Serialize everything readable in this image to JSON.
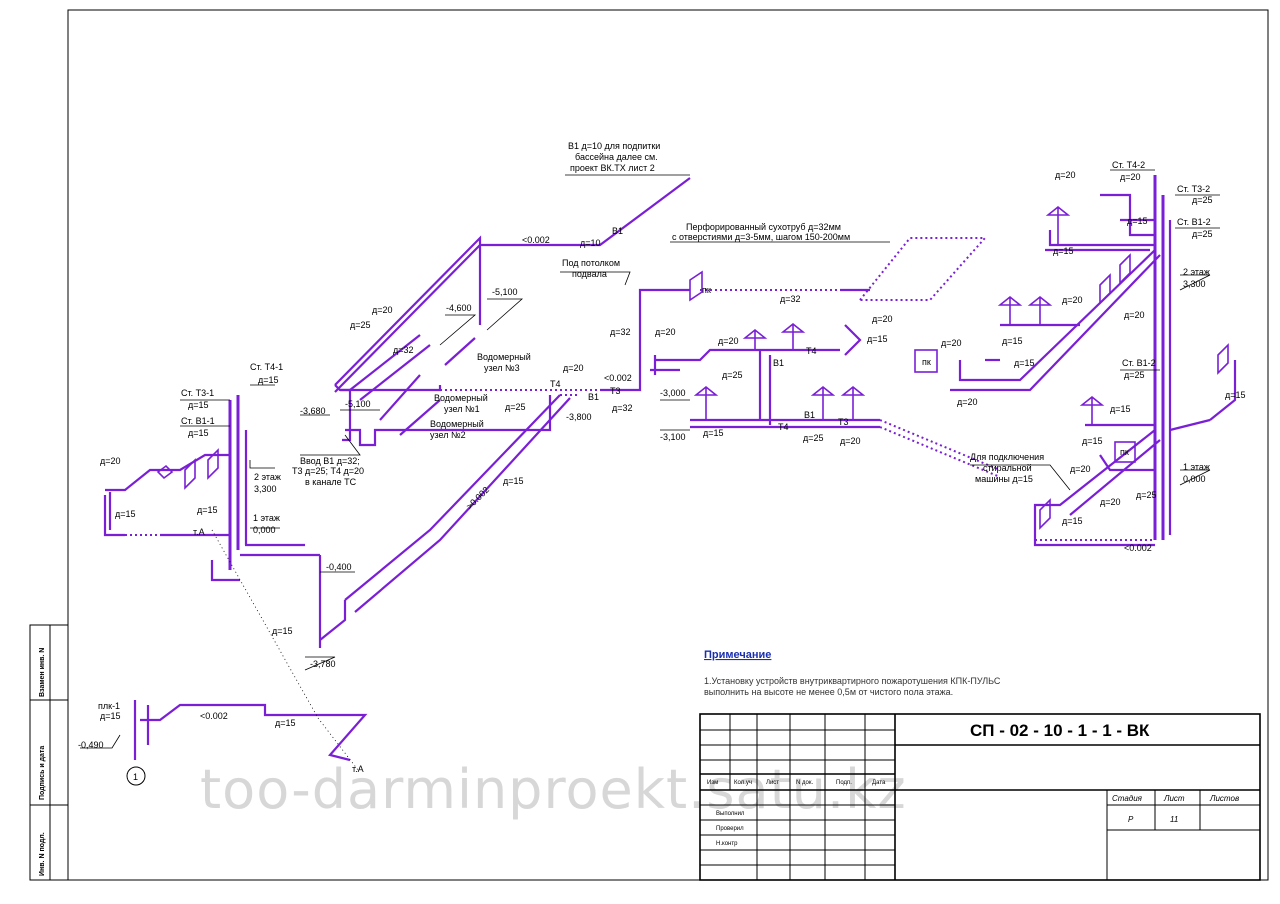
{
  "sheet": {
    "code": "СП - 02 - 10 - 1 - 1 - ВК",
    "watermark": "too-darminproekt.satu.kz"
  },
  "side_stamp": {
    "inv_vzam": "Взамен инв. N",
    "podpis": "Подпись и дата",
    "inv_podl": "Инв. N подл."
  },
  "title_block": {
    "columns": [
      "Изм",
      "Кол.уч",
      "Лист",
      "N док.",
      "Подп.",
      "Дата"
    ],
    "roles": [
      "Выполнил",
      "Проверил",
      "Н.контр"
    ],
    "stage_header": "Стадия",
    "sheet_header": "Лист",
    "sheets_header": "Листов",
    "stage_value": "Р",
    "sheet_value": "11"
  },
  "note": {
    "title": "Примечание",
    "line1": "1.Установку устройств внутриквартирного  пожаротушения КПК-ПУЛЬС",
    "line2": "выполнить на высоте не менее 0,5м от чистого пола этажа."
  },
  "annotations": {
    "v1_feed_1": "В1 д=10 для подпитки",
    "v1_feed_2": "бассейна далее см.",
    "v1_feed_3": "проект ВК.ТХ лист 2",
    "slope_top": "<0.002",
    "d10": "д=10",
    "v1_a": "В1",
    "perf_1": "Перфорированный сухотруб д=32мм",
    "perf_2": "с отверстиями д=3-5мм, шагом 150-200мм",
    "ceiling_1": "Под потолком",
    "ceiling_2": "подвала",
    "d32_a": "д=32",
    "d32_b": "д=32",
    "d20_a": "д=20",
    "pk_a": "пк",
    "d20_b": "д=20",
    "d15_a": "д=15",
    "d20_c": "д=20",
    "d25_a": "д=25",
    "t4_a": "Т4",
    "b1_b": "В1",
    "d20_d": "д=20",
    "slope_mid": "<0.002",
    "t4_b": "Т4",
    "t3_a": "Т3",
    "b1_c": "В1",
    "d25_b": "д=25",
    "d32_c": "д=32",
    "lvl_3000": "-3,000",
    "lvl_3100": "-3,100",
    "d15_b": "д=15",
    "t4_c": "Т4",
    "b1_d": "В1",
    "d25_c": "д=25",
    "t3_b": "Т3",
    "d20_e": "д=20",
    "lvl_5100_a": "-5,100",
    "lvl_4600": "-4,600",
    "d20_f": "д=20",
    "d25_d": "д=25",
    "d32_d": "д=32",
    "meter3_1": "Водомерный",
    "meter3_2": "узел №3",
    "meter1_1": "Водомерный",
    "meter1_2": "узел №1",
    "meter2_1": "Водомерный",
    "meter2_2": "узел №2",
    "lvl_3680": "-3,680",
    "lvl_5100_b": "-5,100",
    "lvl_3800": "-3,800",
    "input_1": "Ввод В1 д=32;",
    "input_2": "Т3 д=25; Т4 д=20",
    "input_3": "в канале ТС",
    "st_t4_1": "Ст. Т4-1",
    "d15_c": "д=15",
    "st_t3_1": "Ст. Т3-1",
    "d15_d": "д=15",
    "st_b1_1": "Ст. В1-1",
    "d15_e": "д=15",
    "d20_g": "д=20",
    "d15_f": "д=15",
    "d15_g": "д=15",
    "floor2_a": "2 этаж",
    "lvl_3300_a": "3,300",
    "floor1_a": "1 этаж",
    "lvl_0000_a": "0,000",
    "ta_1": "т.А",
    "lvl_0400": "-0,400",
    "slope_diag": ">0.002",
    "d15_h": "д=15",
    "d15_i": "д=15",
    "lvl_3780": "-3,780",
    "plk": "плк-1",
    "d15_j": "д=15",
    "lvl_0490": "-0,490",
    "slope_bot": "<0.002",
    "d15_k": "д=15",
    "ta_2": "т.А",
    "node_1": "1",
    "st_t4_2": "Ст. Т4-2",
    "d20_h": "д=20",
    "st_t3_2": "Ст. Т3-2",
    "d25_e": "д=25",
    "st_b1_2a": "Ст. В1-2",
    "d25_f": "д=25",
    "d20_i": "д=20",
    "d15_l": "д=15",
    "d15_m": "д=15",
    "floor2_b": "2 этаж",
    "lvl_3300_b": "3,300",
    "d20_j": "д=20",
    "d20_k": "д=20",
    "d15_n": "д=15",
    "d20_l": "д=20",
    "d15_o": "д=15",
    "pk_b": "пк",
    "d20_m": "д=20",
    "d15_p": "д=15",
    "st_b1_2b": "Ст. В1-2",
    "d25_g": "д=25",
    "d15_q": "д=15",
    "d15_r": "д=15",
    "wash_1": "Для подключения",
    "wash_2": "стиральной",
    "wash_3": "машины д=15",
    "pk_c": "пк",
    "d20_n": "д=20",
    "d20_o": "д=20",
    "d25_h": "д=25",
    "floor1_b": "1 этаж",
    "lvl_0000_b": "0,000",
    "d15_s": "д=15",
    "slope_right": "<0.002"
  }
}
